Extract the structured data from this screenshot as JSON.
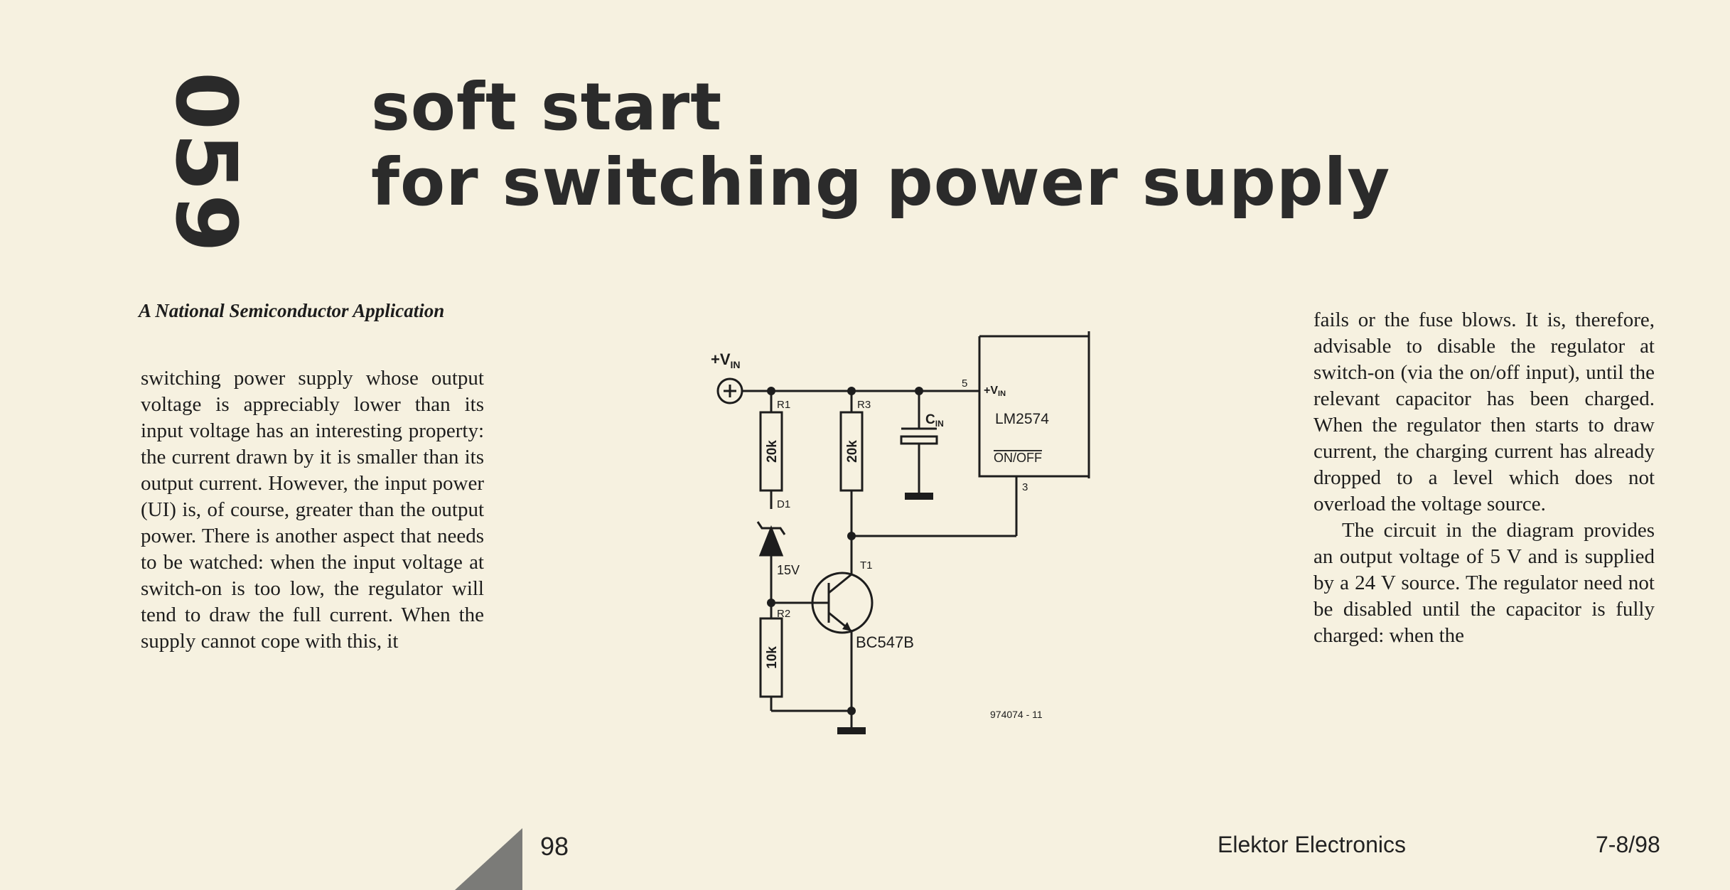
{
  "article": {
    "number": "059",
    "title_line1": "soft start",
    "title_line2": "for switching power supply",
    "source": "A National Semiconductor Application",
    "left_column": "switching power supply whose output voltage is appreciably lower than its input voltage has an interesting property: the current drawn by it is smaller than its output current. However, the input power (UI) is, of course, greater than the output power. There is another aspect that needs to be watched: when the input voltage at switch-on is too low, the regulator will tend to draw the full current. When the supply cannot cope with this, it",
    "right_column_p1": "fails or the fuse blows. It is, therefore, advisable to disable the regulator at switch-on (via the on/off input), until the relevant capacitor has been charged. When the regulator then starts to draw current, the charging current has already dropped to a level which does not overload the voltage source.",
    "right_column_p2": "The circuit in the diagram provides an output voltage of 5 V and is supplied by a 24 V source. The regulator need not be disabled until the capacitor is fully charged: when the"
  },
  "schematic": {
    "vin_label": "+V",
    "vin_sub": "IN",
    "r1_label": "R1",
    "r1_value": "20k",
    "r3_label": "R3",
    "r3_value": "20k",
    "r2_label": "R2",
    "r2_value": "10k",
    "cin_label": "C",
    "cin_sub": "IN",
    "d1_label": "D1",
    "d1_value": "15V",
    "t1_label": "T1",
    "t1_value": "BC547B",
    "ic_name": "LM2574",
    "ic_vin_label": "+V",
    "ic_vin_sub": "IN",
    "ic_onoff_label": "ON/OFF",
    "pin5": "5",
    "pin3": "3",
    "figure_code": "974074 - 11"
  },
  "footer": {
    "page_number": "98",
    "journal": "Elektor Electronics",
    "issue": "7-8/98"
  }
}
